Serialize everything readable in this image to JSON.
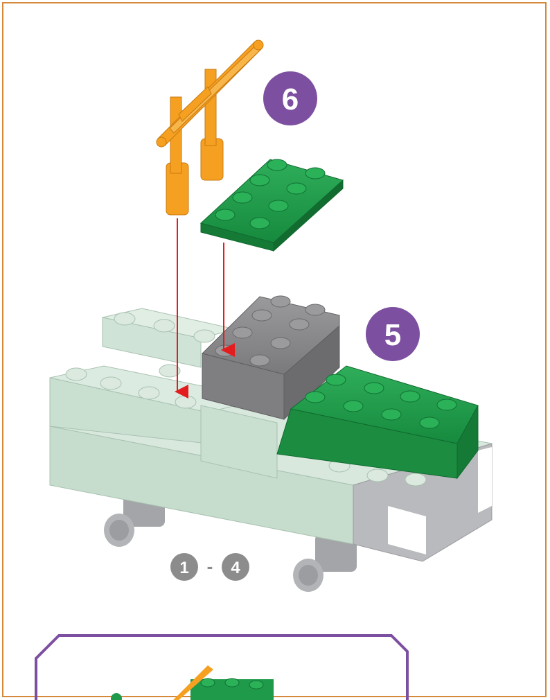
{
  "page": {
    "colors": {
      "frame": "#d4883a",
      "badge": "#7d4fa0",
      "arrow": "#e31d1d",
      "mint_brick": "#cfe3d6",
      "green_brick": "#1f9a4a",
      "gray_brick": "#8a898c",
      "orange_part": "#f5a021",
      "wheel_gray": "#a9aaad",
      "gray_badge": "#8c8c8c"
    }
  },
  "steps": {
    "step_a": "6",
    "step_b": "5",
    "previous_start": "1",
    "previous_sep": "-",
    "previous_end": "4"
  },
  "parts": {
    "handle_bar": "orange-handle-bar-icon",
    "green_plate": "green-plate-icon",
    "gray_brick": "gray-brick-icon",
    "green_slope": "green-slope-brick-icon",
    "base_assembly": "mint-base-assembly-icon"
  }
}
